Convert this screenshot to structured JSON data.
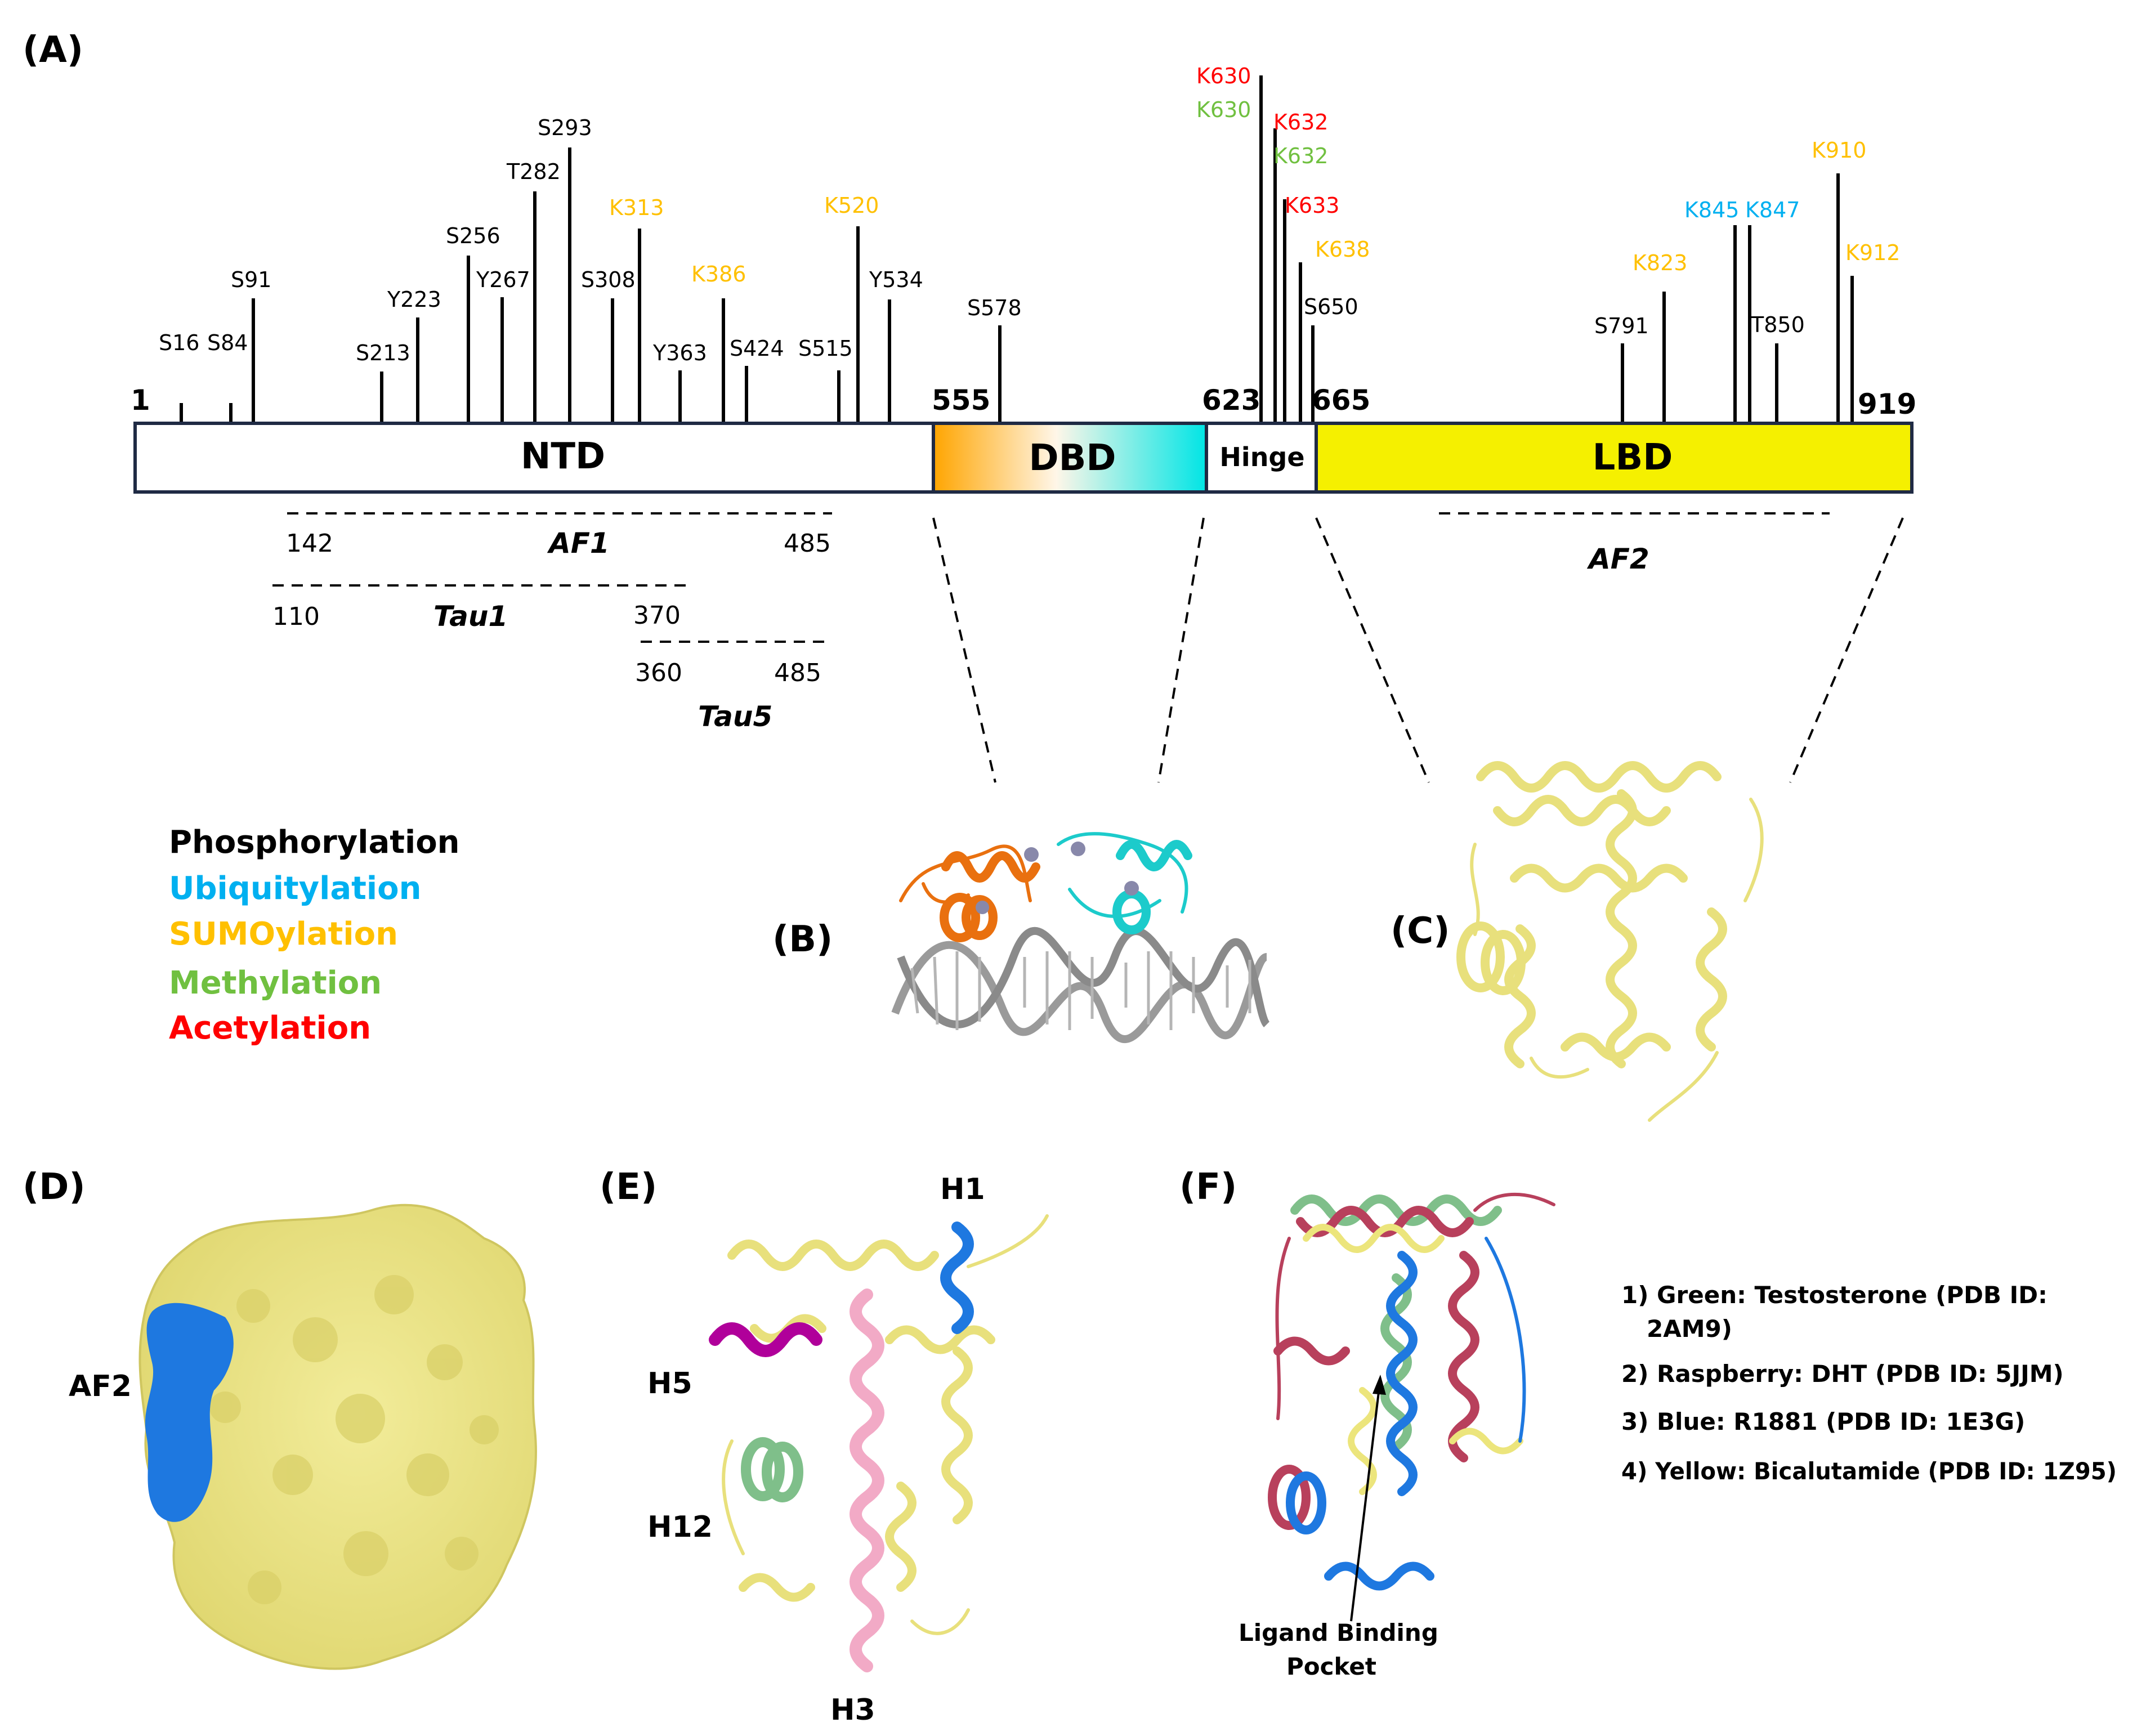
{
  "colors": {
    "phospho": "#000000",
    "ubiq": "#00b0f0",
    "sumo": "#ffc000",
    "methyl": "#70c040",
    "acetyl": "#ff0000",
    "lbd": "#f5f000",
    "dbd_left": "#ffa500",
    "dbd_right": "#00e5e5",
    "protein_yellow": "#ece57c",
    "af2_blue": "#1e78e0",
    "h5_magenta": "#b0009a",
    "h3_pink": "#f2aac6",
    "h12_green": "#7fbf8a",
    "raspberry": "#b8405c"
  },
  "panels": {
    "a": "(A)",
    "b": "(B)",
    "c": "(C)",
    "d": "(D)",
    "e": "(E)",
    "f": "(F)"
  },
  "domains": {
    "ntd": "NTD",
    "dbd": "DBD",
    "hinge": "Hinge",
    "lbd": "LBD"
  },
  "positions": {
    "p1": "1",
    "p555": "555",
    "p623": "623",
    "p665": "665",
    "p919": "919"
  },
  "regions": {
    "af1": {
      "label": "AF1",
      "start": "142",
      "end": "485"
    },
    "tau1": {
      "label": "Tau1",
      "start": "110",
      "end": "370"
    },
    "tau5": {
      "label": "Tau5",
      "start": "360",
      "end": "485"
    },
    "af2": {
      "label": "AF2"
    }
  },
  "sites": [
    {
      "label": "S16",
      "type": "phospho"
    },
    {
      "label": "S84",
      "type": "phospho"
    },
    {
      "label": "S91",
      "type": "phospho"
    },
    {
      "label": "S213",
      "type": "phospho"
    },
    {
      "label": "Y223",
      "type": "phospho"
    },
    {
      "label": "S256",
      "type": "phospho"
    },
    {
      "label": "Y267",
      "type": "phospho"
    },
    {
      "label": "T282",
      "type": "phospho"
    },
    {
      "label": "S293",
      "type": "phospho"
    },
    {
      "label": "S308",
      "type": "phospho"
    },
    {
      "label": "K313",
      "type": "sumo"
    },
    {
      "label": "Y363",
      "type": "phospho"
    },
    {
      "label": "K386",
      "type": "sumo"
    },
    {
      "label": "S424",
      "type": "phospho"
    },
    {
      "label": "S515",
      "type": "phospho"
    },
    {
      "label": "K520",
      "type": "sumo"
    },
    {
      "label": "Y534",
      "type": "phospho"
    },
    {
      "label": "S578",
      "type": "phospho"
    },
    {
      "label": "K630",
      "type": "acetyl"
    },
    {
      "label": "K630",
      "type": "methyl"
    },
    {
      "label": "K632",
      "type": "acetyl"
    },
    {
      "label": "K632",
      "type": "methyl"
    },
    {
      "label": "K633",
      "type": "acetyl"
    },
    {
      "label": "K638",
      "type": "sumo"
    },
    {
      "label": "S650",
      "type": "phospho"
    },
    {
      "label": "S791",
      "type": "phospho"
    },
    {
      "label": "K823",
      "type": "sumo"
    },
    {
      "label": "K845",
      "type": "ubiq"
    },
    {
      "label": "K847",
      "type": "ubiq"
    },
    {
      "label": "T850",
      "type": "phospho"
    },
    {
      "label": "K910",
      "type": "sumo"
    },
    {
      "label": "K912",
      "type": "sumo"
    }
  ],
  "legend": [
    {
      "label": "Phosphorylation",
      "type": "phospho"
    },
    {
      "label": "Ubiquitylation",
      "type": "ubiq"
    },
    {
      "label": "SUMOylation",
      "type": "sumo"
    },
    {
      "label": "Methylation",
      "type": "methyl"
    },
    {
      "label": "Acetylation",
      "type": "acetyl"
    }
  ],
  "panel_d": {
    "label": "AF2"
  },
  "panel_e": {
    "h1": "H1",
    "h5": "H5",
    "h12": "H12",
    "h3": "H3"
  },
  "panel_f": {
    "pocket_line1": "Ligand Binding",
    "pocket_line2": "Pocket",
    "structures": [
      {
        "line1": "1) Green: Testosterone (PDB ID:",
        "line2": "2AM9)"
      },
      {
        "line1": "2) Raspberry: DHT (PDB ID: 5JJM)"
      },
      {
        "line1": "3) Blue: R1881 (PDB ID: 1E3G)"
      },
      {
        "line1": "4) Yellow: Bicalutamide (PDB ID: 1Z95)"
      }
    ]
  }
}
